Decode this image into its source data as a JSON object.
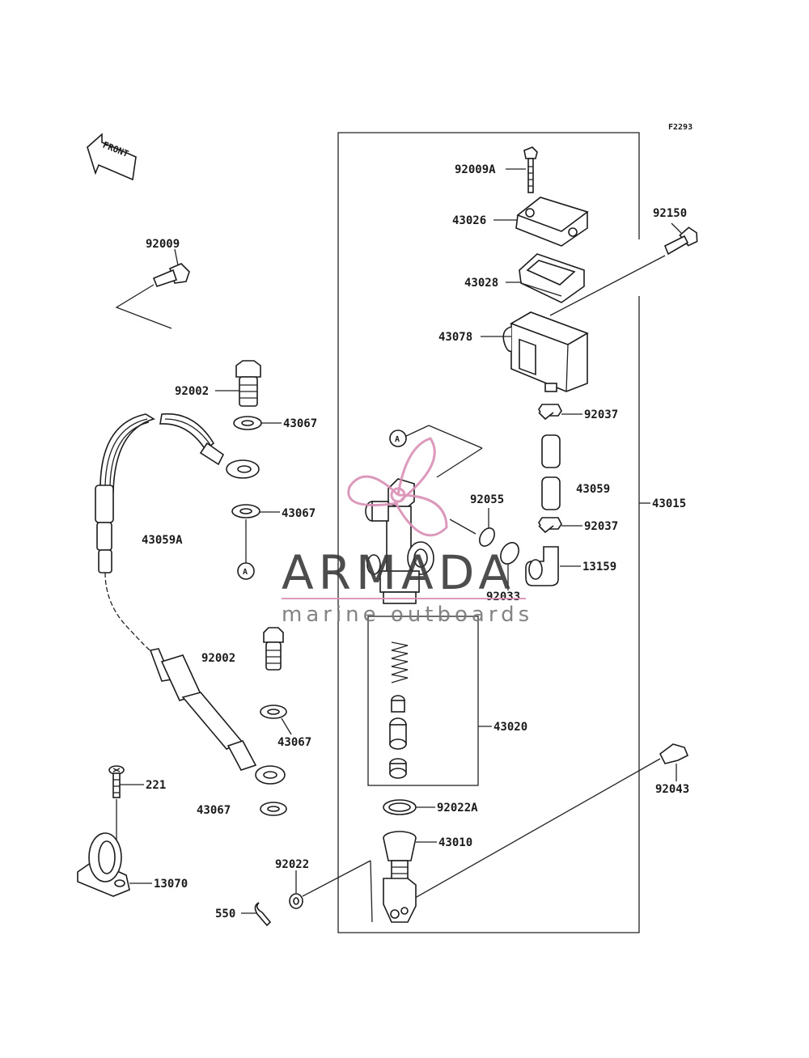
{
  "figure_code": "F2293",
  "front_arrow_text": "FRONT",
  "callout_marker": "A",
  "parts": {
    "p92009A": "92009A",
    "p43026": "43026",
    "p43028": "43028",
    "p43078": "43078",
    "p92150": "92150",
    "p92009": "92009",
    "p92002_top": "92002",
    "p43067_1": "43067",
    "p92037_top": "92037",
    "p43059": "43059",
    "p92055": "92055",
    "p43015": "43015",
    "p43067_2": "43067",
    "p43059A": "43059A",
    "p92037_bottom": "92037",
    "p13159": "13159",
    "p92033": "92033",
    "p92002_bottom": "92002",
    "p43020": "43020",
    "p43067_3": "43067",
    "p92043": "92043",
    "p221": "221",
    "p43067_4": "43067",
    "p92022A": "92022A",
    "p43010": "43010",
    "p92022": "92022",
    "p13070": "13070",
    "p550": "550"
  },
  "watermark": {
    "brand": "ARMADA",
    "tagline": "marine outboards",
    "accent_color": "#d98fb5",
    "text_color": "#3a3a3a"
  }
}
